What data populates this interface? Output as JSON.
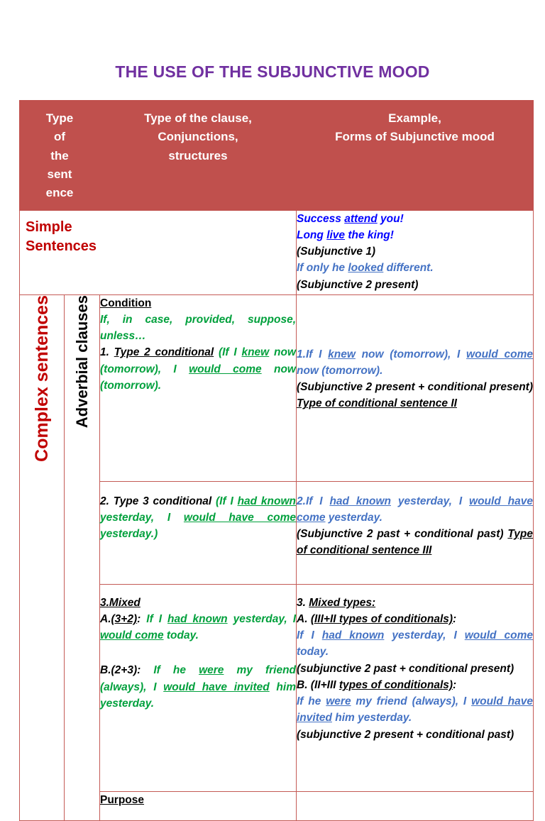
{
  "title": "THE USE OF THE SUBJUNCTIVE MOOD",
  "colors": {
    "title": "#7030A0",
    "header_bg": "#C0504D",
    "border": "#C45A55",
    "red_text": "#C00000",
    "green_text": "#00A03C",
    "blue_text": "#0000FF",
    "light_blue_text": "#4472C4"
  },
  "header": {
    "col1": "Type of the sentence",
    "col1_lines": [
      "Type",
      "of",
      "the",
      "sent",
      "ence"
    ],
    "col2_lines": [
      "Type of the clause,",
      "Conjunctions,",
      "structures"
    ],
    "col3_lines": [
      "Example,",
      "Forms of Subjunctive mood"
    ]
  },
  "rows": {
    "simple": {
      "label_lines": [
        "Simple",
        "Sentences"
      ],
      "examples": [
        {
          "pre": "Success ",
          "underline": "attend",
          "post": " you!",
          "color": "blue"
        },
        {
          "pre": "Long ",
          "underline": "live",
          "post": " the king!",
          "color": "blue"
        },
        {
          "pre": "(Subjunctive 1)",
          "underline": "",
          "post": "",
          "color": "black"
        },
        {
          "pre": "If only he ",
          "underline": "looked",
          "post": " different.",
          "color": "light_blue"
        },
        {
          "pre": "(Subjunctive 2 present)",
          "underline": "",
          "post": "",
          "color": "black"
        }
      ]
    },
    "complex_label": "Complex sentences",
    "adverbial_label": "Adverbial clauses",
    "condition": {
      "heading": "Condition",
      "conjunctions": "If, in case, provided, suppose, unless…",
      "items": [
        {
          "number": "1. ",
          "name": "Type 2 conditional",
          "body_open": " (If I ",
          "body_u1": "knew",
          "body_mid": " now (tomorrow), I ",
          "body_u2": "would come",
          "body_end": " now (tomorrow)."
        },
        {
          "number": "2. ",
          "name": "Type 3 conditional",
          "body_open": " (If I ",
          "body_u1": "had known",
          "body_mid": " yesterday, I ",
          "body_u2": "would have come",
          "body_end": " yesterday.)"
        }
      ],
      "mixed_heading": "3.Mixed ",
      "mixed": [
        {
          "label": "A.",
          "label_u": "(3+2)",
          "colon": ": ",
          "open": "If I ",
          "u1": "had known",
          "mid": " yesterday, I ",
          "u2": "would come",
          "end": " today."
        },
        {
          "label": "B.(2+3)",
          "label_u": "",
          "colon": ": ",
          "open": "If he ",
          "u1": "were",
          "mid": " my friend (always), I ",
          "u2": "would have invited",
          "end": " him yesterday."
        }
      ]
    },
    "examples": {
      "ex1": {
        "num": "1.",
        "open": "If I ",
        "u1": "knew",
        "mid": " now (tomorrow), I ",
        "u2": "would come",
        "end": " now (tomorrow).",
        "note_plain": "(Subjunctive 2 present + conditional present)  ",
        "note_under": "Type of conditional sentence II"
      },
      "ex2": {
        "num": "2.",
        "open": "If I ",
        "u1": "had known",
        "mid": " yesterday, I ",
        "u2": "would have come",
        "end": " yesterday.",
        "note_plain": "(Subjunctive 2 past + conditional past) ",
        "note_under": "Type of conditional sentence III"
      },
      "ex3": {
        "heading_num": "3. ",
        "heading_u": "Mixed types:",
        "a_label": "A. ",
        "a_label_u": "(III+II types of conditionals)",
        "a_colon": ":",
        "a_open": "If I ",
        "a_u1": "had known",
        "a_mid": " yesterday, I ",
        "a_u2": "would come",
        "a_end": " today.",
        "a_note": "(subjunctive 2 past + conditional present)",
        "b_label": "B. (II+III ",
        "b_label_u": "types of conditionals)",
        "b_colon": ":",
        "b_open": "If he ",
        "b_u1": "were",
        "b_mid": " my friend (always), I ",
        "b_u2": "would have invited",
        "b_end": " him yesterday.",
        "b_note": "(subjunctive 2 present + conditional past)"
      }
    },
    "purpose": {
      "heading": "Purpose "
    }
  }
}
